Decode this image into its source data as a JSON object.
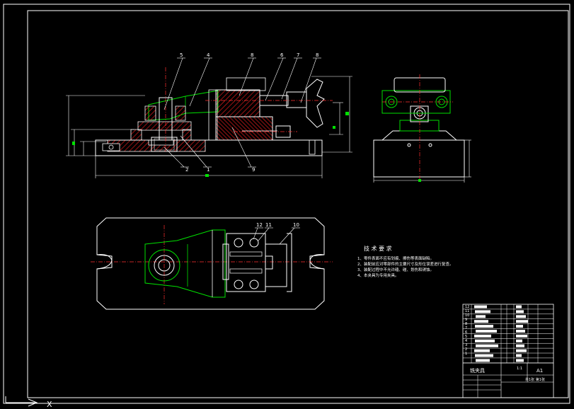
{
  "drawing": {
    "balloons": [
      "5",
      "4",
      "8",
      "6",
      "7",
      "8",
      "2",
      "1",
      "9",
      "12",
      "11",
      "10"
    ],
    "tech_req": {
      "title": "技 术 要 求",
      "items": [
        "1、零件表面不应有划痕、擦伤等表面缺陷。",
        "2、装配前应对零部件的主要尺寸及形位误差进行复查。",
        "3、装配过程中不允许磕、碰、划伤和锈蚀。",
        "4、本夹具为专用夹具。"
      ]
    },
    "title_block": {
      "name": "铣夹具",
      "size": "A1",
      "scale": "1:1",
      "sheet": "共1张 第1张",
      "parts_rows": [
        "12",
        "11",
        "10",
        "9",
        "8",
        "7",
        "6",
        "5",
        "4",
        "3",
        "2",
        "1"
      ]
    }
  },
  "colors": {
    "background": "#000000",
    "frame": "#ffffff",
    "outline": "#ffffff",
    "hatch": "#ff2020",
    "green": "#00e000",
    "section": "#ff3030"
  },
  "status": {
    "axis_x_label": "X"
  }
}
